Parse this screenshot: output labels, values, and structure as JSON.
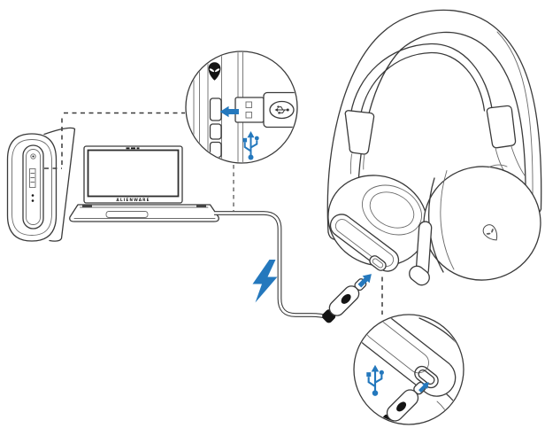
{
  "laptop": {
    "brand_label": "ALIENWARE"
  },
  "colors": {
    "accent": "#2478BD",
    "line": "#3A3A3A",
    "dark": "#141414",
    "background": "#FFFFFF"
  },
  "icons": {
    "alien_head": "alienware-logo",
    "usb_symbol": "usb-trident",
    "lightning_bolt": "charging-bolt",
    "arrow": "plug-direction-arrow"
  }
}
